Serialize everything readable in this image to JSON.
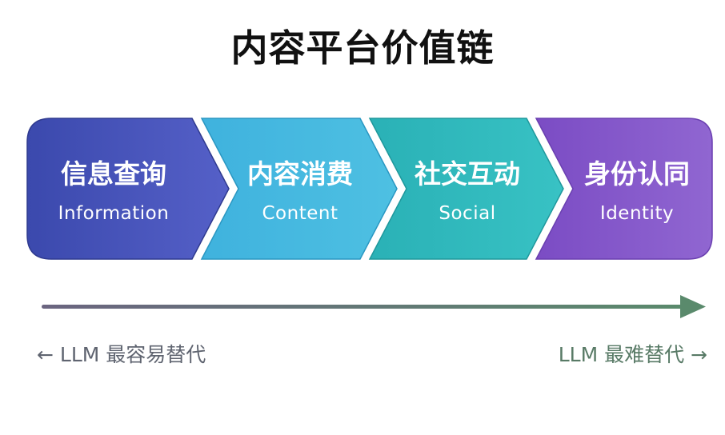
{
  "title": "内容平台价值链",
  "stages": [
    {
      "zh": "信息查询",
      "en": "Information",
      "colors": [
        "#3b49ad",
        "#5560c8"
      ]
    },
    {
      "zh": "内容消费",
      "en": "Content",
      "colors": [
        "#3fb2de",
        "#4ec0e2"
      ]
    },
    {
      "zh": "社交互动",
      "en": "Social",
      "colors": [
        "#2ab1b6",
        "#38c2c4"
      ]
    },
    {
      "zh": "身份认同",
      "en": "Identity",
      "colors": [
        "#7b4cc4",
        "#9066d1"
      ]
    }
  ],
  "arrow": {
    "colors": [
      "#6b6580",
      "#5a8a6c"
    ]
  },
  "notes": {
    "left": "← LLM 最容易替代",
    "right": "LLM 最难替代 →"
  }
}
